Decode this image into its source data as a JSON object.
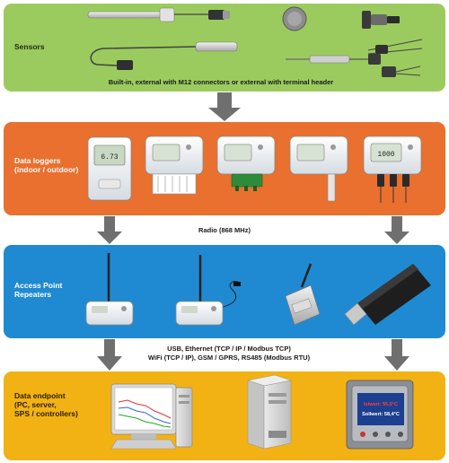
{
  "sensors": {
    "title": "Sensors",
    "caption": "Built-in, external with M12 connectors or external with terminal header"
  },
  "loggers": {
    "title_line1": "Data loggers",
    "title_line2": "(indoor / outdoor)"
  },
  "radio": {
    "label": "Radio (868 MHz)"
  },
  "access_points": {
    "title_line1": "Access Point",
    "title_line2": "Repeaters"
  },
  "connectivity": {
    "line1": "USB, Ethernet (TCP / IP / Modbus TCP)",
    "line2": "WiFi (TCP / IP), GSM / GPRS, RS485 (Modbus RTU)"
  },
  "endpoint": {
    "title_line1": "Data endpoint",
    "title_line2": "(PC, server,",
    "title_line3": "SPS / controllers)"
  },
  "devices": {
    "logger_1_value": "6.73",
    "logger_5_value": "1000",
    "controller_line1": "Istwert: 55,5°C",
    "controller_line2": "Sollwert: 58,4°C"
  },
  "colors": {
    "sensors": "#9bcb5e",
    "loggers": "#e9702e",
    "access_points": "#1f8ad2",
    "endpoint": "#f3b213",
    "arrow": "#6f6f6f"
  }
}
